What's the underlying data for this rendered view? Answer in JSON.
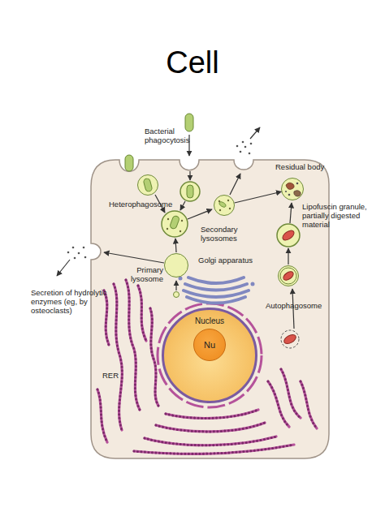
{
  "diagram": {
    "title": "Cell",
    "nodes": [
      {
        "text": [
          "Residual body"
        ]
      },
      {
        "text": [
          "Heterophagosome"
        ]
      },
      {
        "text": [
          "Secondary lysosomes"
        ]
      },
      {
        "text": [
          "Primary lysosome"
        ]
      },
      {
        "text": [
          "Autophagosome"
        ]
      },
      {
        "text": [
          "Nucleus"
        ]
      },
      {
        "text": [
          "Nu"
        ],
        "in": 5
      }
    ],
    "edges": [
      {
        "from": 2,
        "to": 0,
        "arrow": "to"
      }
    ],
    "labels": [
      "Bacterial phagocytosis",
      "Lipofuscin granule, partially digested material",
      "Golgi apparatus",
      "Secretion of hydrolytic enzymes (eg, by osteoclasts)",
      "RER"
    ]
  }
}
